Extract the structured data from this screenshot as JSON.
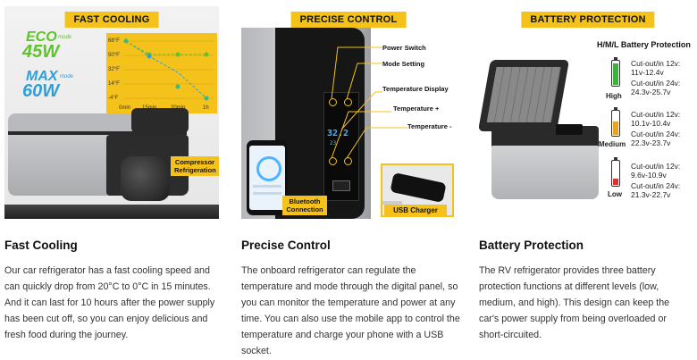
{
  "features": [
    {
      "banner": "FAST COOLING",
      "eco_mode": "ECO",
      "eco_mode_small": "mode",
      "eco_watt": "45W",
      "max_mode": "MAX",
      "max_mode_small": "mode",
      "max_watt": "60W",
      "chart_y_ticks": [
        "68°F",
        "50°F",
        "32°F",
        "14°F",
        "-4°F"
      ],
      "chart_x_ticks": [
        "0min",
        "15min",
        "20min",
        "1h"
      ],
      "compressor_label": "Compressor Refrigeration",
      "heading": "Fast Cooling",
      "description": "Our car refrigerator has a fast cooling speed and can quickly drop from 20°C to 0°C in 15 minutes. And it can last for 10 hours after the power supply has been cut off, so you can enjoy delicious and fresh food during the journey."
    },
    {
      "banner": "PRECISE CONTROL",
      "labels": [
        "Power Switch",
        "Mode Setting",
        "Temperature Display",
        "Temperature +",
        "Temperature -"
      ],
      "display_temp": "32.2",
      "display_sub": "23",
      "bluetooth_label": "Bluetooth Connection",
      "usb_label": "USB Charger",
      "heading": "Precise Control",
      "description": "The onboard refrigerator can regulate the temperature and mode through the digital panel, so you can monitor the temperature and power at any time. You can also use the mobile app to control the temperature and charge your phone with a USB socket."
    },
    {
      "banner": "BATTERY PROTECTION",
      "hml_title": "H/M/L Battery Protection",
      "levels": [
        {
          "name": "High",
          "line1": "Cut-out/in 12v:",
          "line2": "11v-12.4v",
          "line3": "Cut-out/in 24v:",
          "line4": "24.3v-25.7v",
          "color": "#3cb43c",
          "fill": 0.9
        },
        {
          "name": "Medium",
          "line1": "Cut-out/in 12v:",
          "line2": "10.1v-10.4v",
          "line3": "Cut-out/in 24v:",
          "line4": "22.3v-23.7v",
          "color": "#f0a020",
          "fill": 0.55
        },
        {
          "name": "Low",
          "line1": "Cut-out/in 12v:",
          "line2": "9.6v-10.9v",
          "line3": "Cut-out/in 24v:",
          "line4": "21.3v-22.7v",
          "color": "#e03030",
          "fill": 0.25
        }
      ],
      "heading": "Battery Protection",
      "description": "The RV refrigerator provides three battery protection functions at different levels (low, medium, and high). This design can keep the car's power supply from being overloaded or short-circuited."
    }
  ]
}
